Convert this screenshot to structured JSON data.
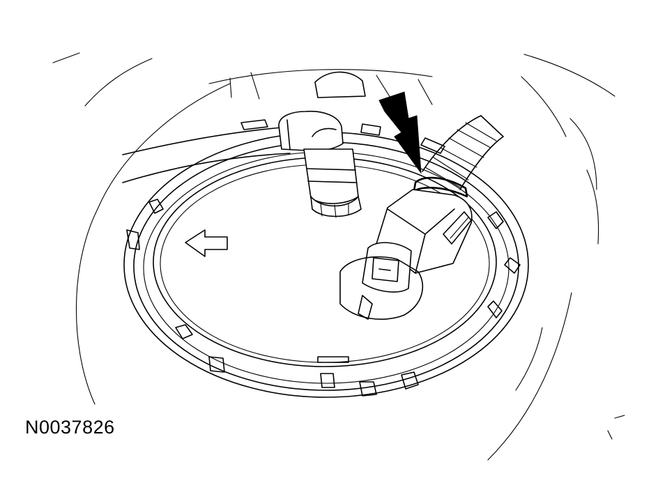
{
  "figure": {
    "id_label": "N0037826"
  },
  "colors": {
    "ink": "#000000",
    "paper": "#ffffff"
  },
  "callouts": {
    "indicator_arrow": "solid-down-arrow",
    "direction_arrow": "outline-left-arrow"
  }
}
